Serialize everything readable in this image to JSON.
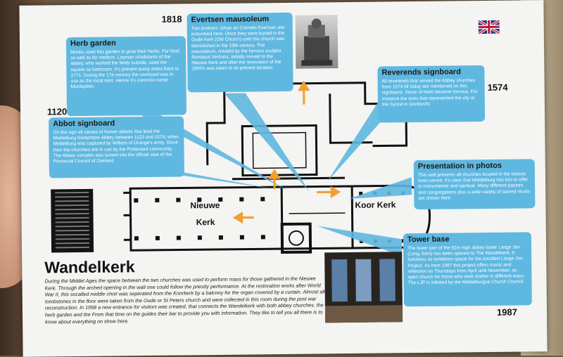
{
  "years": [
    "1818",
    "1120",
    "1574",
    "1987"
  ],
  "callouts": {
    "herb_garden": {
      "title": "Herb garden",
      "text": "Monks used this garden to grow their herbs. For food as well as for medicin. Layman inhabitants of the abbey, who worked the fields outside, used the square as bathroom. It's present pump dates back to 1771. During the 17e century the courtyard was in use as the local mint. Hence it's common name Munteplein."
    },
    "evertsen": {
      "title": "Evertsen mausoleum",
      "text": "Two brothers Johan en Cornelis Evertsen are entombed here. Once they were buried in the Oude Kerk (Old Church) until this church was demolished in the 19th century. The mausoleum, created by the famous sculptor Rombout Verhulst, initially moved to the Nieuwe Kerk and after the renovation of the 1950's was taken to its present location."
    },
    "reverends": {
      "title": "Reverends signboard",
      "text": "All reverends that served the Abbey churches from 1574 till today are mentioned on this signboard. Some of them became famous. For instance the ones that represented the city at the Synod in Dordrecht."
    },
    "abbot": {
      "title": "Abbot signboard",
      "text": "On the sign all names of former abbots that lead the Middelburg Norbertijne Abbey between 1123 and 1574, when Middelburg was captured by William of Orange's army. Since then the churches are in use by the Protestant community. The Abbey complex was turned into the official seat of the Provincial Council of Zeeland."
    },
    "presentation": {
      "title": "Presentation in photos",
      "text": "This wall presents all churches located in the historic town centre. It's clear that Middelburg has lots to offer in monumental and spiritual. Many different pastors and congregations plus a wide variety of sacred rituals are shown here."
    },
    "tower": {
      "title": "Tower base",
      "text": "The lower part of the 92m high abbey tower Lange Jan (Long John) has been opened to The Wandelkerk. It functions as exhibition space for the socalled Lange Jan Project. As from 1987 this project offers music and reflection on Thursdays from April until November: an open church for those who seek shelter in different ways. The LJP is initiated by the Middelburgse Church Council."
    }
  },
  "plan_labels": {
    "nieuwe_line1": "Nieuwe",
    "nieuwe_line2": "Kerk",
    "koor": "Koor Kerk"
  },
  "main": {
    "heading": "Wandelkerk",
    "text": "During the Middel Ages the space between the two churches was used to perform mass for those gathered in the Nieuwe Kerk. Through the arched opening in the wall one could follow the priestly performance. At the restoration works after World War II, this socalled middle choir was seperated from the Koorkerk by a balcony for the organ covered by a curtain. Almost all tombstones in the floor were taken from the Oude or St Peters church and were collected in this room during the post war reconstruction. In 1998 a new entrance for visitors was created, that connects the Wandelkerk with both abbey churches, the herb garden and the From that time on the guides their bar to provide you with information. They like to tell you all there is to know about everything on show here."
  },
  "colors": {
    "callout": "#5fb8e0",
    "sheet": "#f4f4f2",
    "plan": "#111111",
    "arrow": "#f0a030"
  },
  "icons": [
    "uk-flag-icon",
    "mausoleum-photo",
    "abbot-list-photo",
    "tower-photo"
  ]
}
